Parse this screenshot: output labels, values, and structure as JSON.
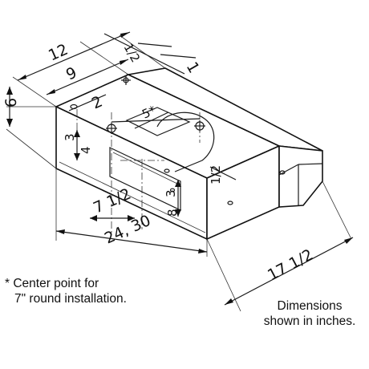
{
  "dimensions": {
    "depth_total": "12",
    "depth_inner": "9",
    "height": "6",
    "top_offset_half": "1/2",
    "top_offset_one": "1",
    "duct_offset": "2",
    "center_offset": "5*",
    "damper_height_num": "3",
    "damper_height_den": "4",
    "side_half": "1/2",
    "front_three": "3",
    "front_eight": "8",
    "front_offset": "7 1/2",
    "width": "24, 30",
    "length": "17 1/2"
  },
  "notes": {
    "asterisk_line1": "* Center point for",
    "asterisk_line2": "7\" round installation.",
    "units_line1": "Dimensions",
    "units_line2": "shown in inches."
  }
}
